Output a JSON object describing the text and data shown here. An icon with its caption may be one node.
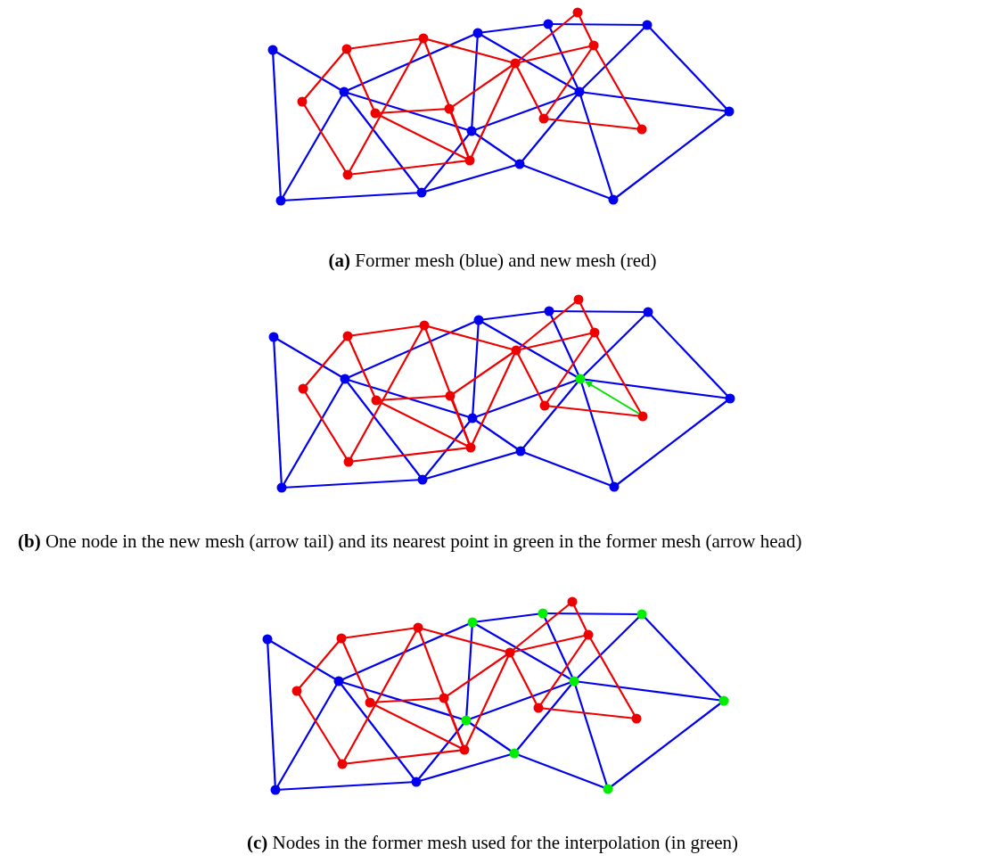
{
  "diagram": {
    "labels": [
      "**(a)** Former mesh (blue) and new mesh (red)",
      "**(b)** One node in the new mesh (arrow tail) and its nearest point in green in the former mesh (arrow head)",
      "**(c)** Nodes in the former mesh used for the interpolation (in green)"
    ]
  }
}
